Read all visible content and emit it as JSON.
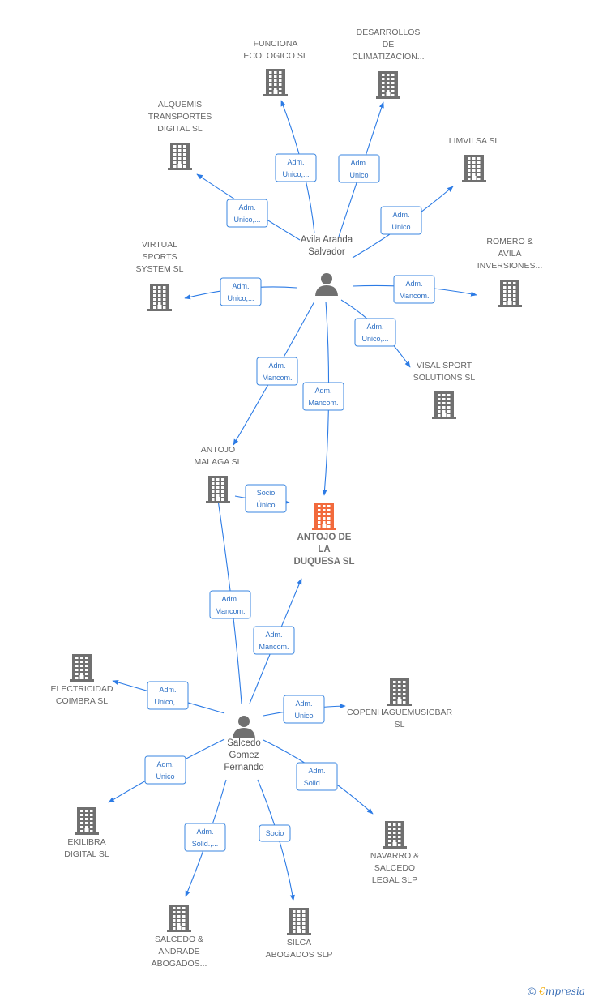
{
  "colors": {
    "edge": "#2c7be5",
    "company": "#707070",
    "focus": "#f26a3c",
    "person": "#707070"
  },
  "persons": [
    {
      "id": "avila",
      "lines": [
        "Avila Aranda",
        "Salvador"
      ]
    },
    {
      "id": "salcedo",
      "lines": [
        "Salcedo",
        "Gomez",
        "Fernando"
      ]
    }
  ],
  "companies": [
    {
      "id": "funciona",
      "lines": [
        "FUNCIONA",
        "ECOLOGICO  SL"
      ]
    },
    {
      "id": "desarrollos",
      "lines": [
        "DESARROLLOS",
        "DE",
        "CLIMATIZACION..."
      ]
    },
    {
      "id": "alquemis",
      "lines": [
        "ALQUEMIS",
        "TRANSPORTES",
        "DIGITAL  SL"
      ]
    },
    {
      "id": "limvilsa",
      "lines": [
        "LIMVILSA SL"
      ]
    },
    {
      "id": "virtual",
      "lines": [
        "VIRTUAL",
        "SPORTS",
        "SYSTEM  SL"
      ]
    },
    {
      "id": "romero",
      "lines": [
        "ROMERO &",
        "AVILA",
        "INVERSIONES..."
      ]
    },
    {
      "id": "visal",
      "lines": [
        "VISAL SPORT",
        "SOLUTIONS  SL"
      ]
    },
    {
      "id": "antojo_malaga",
      "lines": [
        "ANTOJO",
        "MALAGA  SL"
      ]
    },
    {
      "id": "antojo_duquesa",
      "lines": [
        "ANTOJO DE",
        "LA",
        "DUQUESA  SL"
      ],
      "focus": true
    },
    {
      "id": "electricidad",
      "lines": [
        "ELECTRICIDAD",
        "COIMBRA  SL"
      ]
    },
    {
      "id": "copenhague",
      "lines": [
        "COPENHAGUEMUSICBAR",
        "SL"
      ]
    },
    {
      "id": "ekilibra",
      "lines": [
        "EKILIBRA",
        "DIGITAL SL"
      ]
    },
    {
      "id": "navarro",
      "lines": [
        "NAVARRO &",
        "SALCEDO",
        "LEGAL  SLP"
      ]
    },
    {
      "id": "salcedo_andrade",
      "lines": [
        "SALCEDO &",
        "ANDRADE",
        "ABOGADOS..."
      ]
    },
    {
      "id": "silca",
      "lines": [
        "SILCA",
        "ABOGADOS  SLP"
      ]
    }
  ],
  "edges": [
    {
      "from": "avila",
      "to": "funciona",
      "label": [
        "Adm.",
        "Unico,..."
      ]
    },
    {
      "from": "avila",
      "to": "desarrollos",
      "label": [
        "Adm.",
        "Unico"
      ]
    },
    {
      "from": "avila",
      "to": "alquemis",
      "label": [
        "Adm.",
        "Unico,..."
      ]
    },
    {
      "from": "avila",
      "to": "limvilsa",
      "label": [
        "Adm.",
        "Unico"
      ]
    },
    {
      "from": "avila",
      "to": "virtual",
      "label": [
        "Adm.",
        "Unico,..."
      ]
    },
    {
      "from": "avila",
      "to": "romero",
      "label": [
        "Adm.",
        "Mancom."
      ]
    },
    {
      "from": "avila",
      "to": "visal",
      "label": [
        "Adm.",
        "Unico,..."
      ]
    },
    {
      "from": "avila",
      "to": "antojo_malaga",
      "label": [
        "Adm.",
        "Mancom."
      ]
    },
    {
      "from": "avila",
      "to": "antojo_duquesa",
      "label": [
        "Adm.",
        "Mancom."
      ]
    },
    {
      "from": "antojo_malaga",
      "to": "antojo_duquesa",
      "label": [
        "Socio",
        "Único"
      ]
    },
    {
      "from": "salcedo",
      "to": "antojo_malaga",
      "label": [
        "Adm.",
        "Mancom."
      ]
    },
    {
      "from": "salcedo",
      "to": "antojo_duquesa",
      "label": [
        "Adm.",
        "Mancom."
      ]
    },
    {
      "from": "salcedo",
      "to": "electricidad",
      "label": [
        "Adm.",
        "Unico,..."
      ]
    },
    {
      "from": "salcedo",
      "to": "copenhague",
      "label": [
        "Adm.",
        "Unico"
      ]
    },
    {
      "from": "salcedo",
      "to": "ekilibra",
      "label": [
        "Adm.",
        "Unico"
      ]
    },
    {
      "from": "salcedo",
      "to": "navarro",
      "label": [
        "Adm.",
        "Solid.,..."
      ]
    },
    {
      "from": "salcedo",
      "to": "salcedo_andrade",
      "label": [
        "Adm.",
        "Solid.,..."
      ]
    },
    {
      "from": "salcedo",
      "to": "silca",
      "label": [
        "Socio"
      ]
    }
  ],
  "footer": {
    "copyright": "©",
    "brand_e": "€",
    "brand_rest": "mpresia"
  }
}
